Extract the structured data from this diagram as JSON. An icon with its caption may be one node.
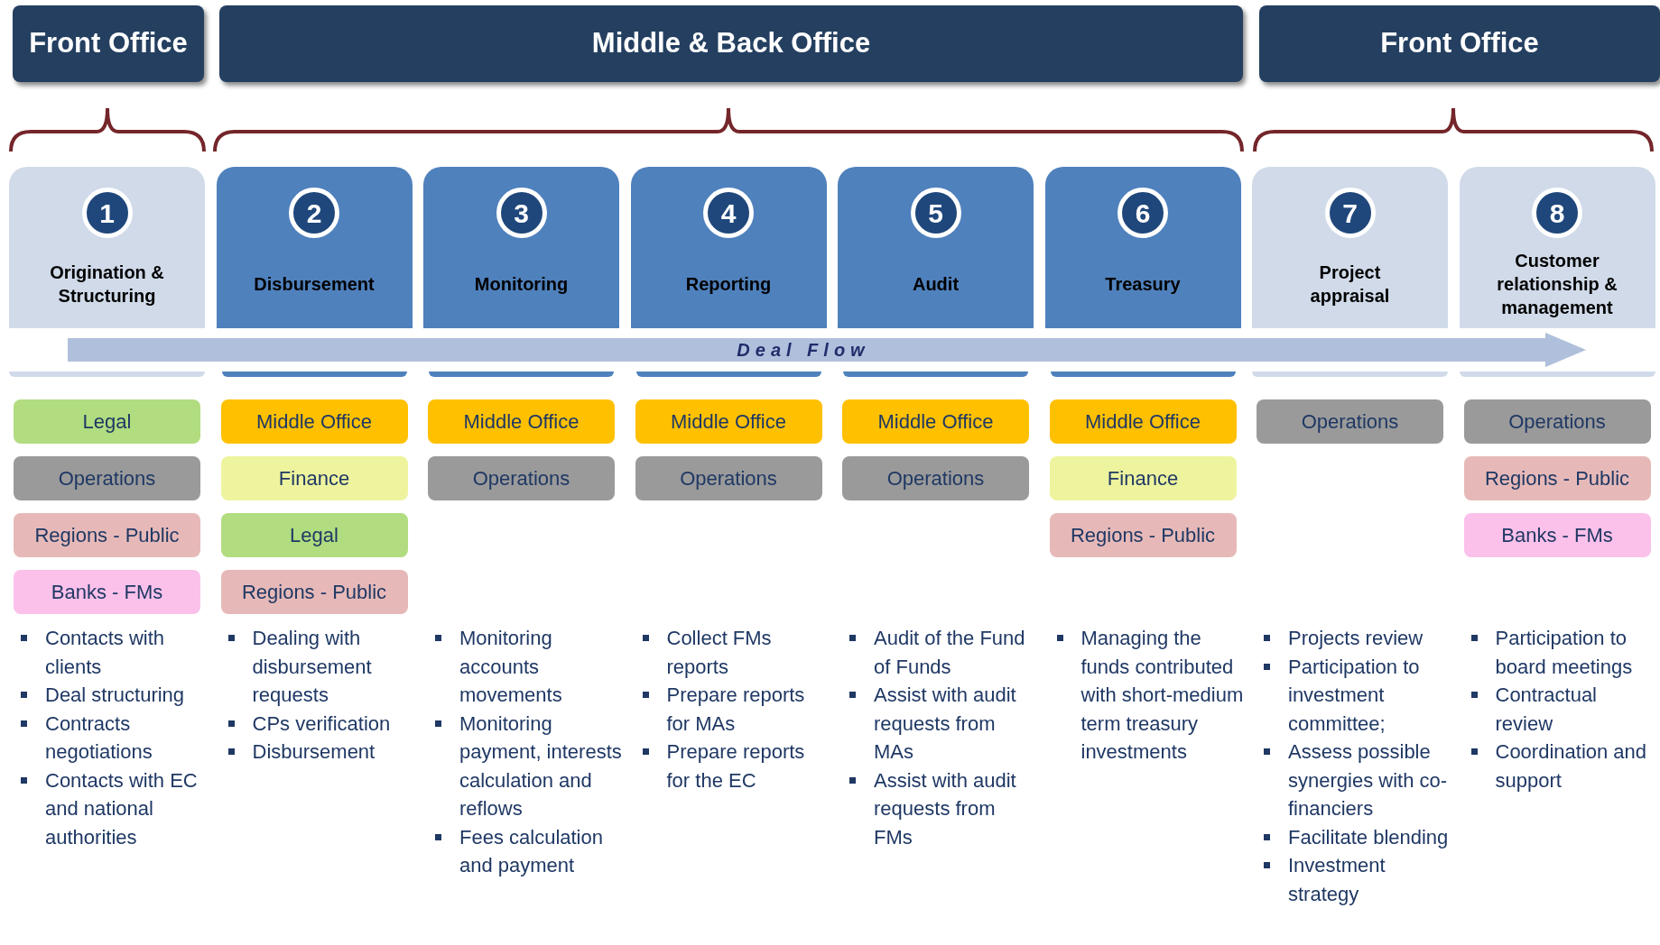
{
  "diagram": {
    "nodes": [
      {
        "text": [
          "Front Office"
        ]
      },
      {
        "text": [
          "Middle & Back Office"
        ]
      },
      {
        "text": [
          "Front Office"
        ]
      },
      {
        "text": [
          "1",
          "Origination & Structuring"
        ]
      },
      {
        "text": [
          "2",
          "Disbursement"
        ]
      },
      {
        "text": [
          "3",
          "Monitoring"
        ]
      },
      {
        "text": [
          "4",
          "Reporting"
        ]
      },
      {
        "text": [
          "5",
          "Audit"
        ]
      },
      {
        "text": [
          "6",
          "Treasury"
        ]
      },
      {
        "text": [
          "7",
          "Project appraisal"
        ]
      },
      {
        "text": [
          "8",
          "Customer relationship & management"
        ]
      },
      {
        "text": [
          "Deal Flow"
        ]
      },
      {
        "text": [
          "Legal"
        ]
      },
      {
        "text": [
          "Operations"
        ]
      },
      {
        "text": [
          "Regions - Public"
        ]
      },
      {
        "text": [
          "Banks - FMs"
        ]
      },
      {
        "text": [
          "Middle Office"
        ]
      },
      {
        "text": [
          "Finance"
        ]
      },
      {
        "text": [
          "Legal"
        ]
      },
      {
        "text": [
          "Regions - Public"
        ]
      },
      {
        "text": [
          "Middle Office"
        ]
      },
      {
        "text": [
          "Operations"
        ]
      },
      {
        "text": [
          "Middle Office"
        ]
      },
      {
        "text": [
          "Operations"
        ]
      },
      {
        "text": [
          "Middle Office"
        ]
      },
      {
        "text": [
          "Operations"
        ]
      },
      {
        "text": [
          "Middle Office"
        ]
      },
      {
        "text": [
          "Finance"
        ]
      },
      {
        "text": [
          "Regions - Public"
        ]
      },
      {
        "text": [
          "Operations"
        ]
      },
      {
        "text": [
          "Operations"
        ]
      },
      {
        "text": [
          "Regions - Public"
        ]
      },
      {
        "text": [
          "Banks - FMs"
        ]
      }
    ],
    "labels": [
      "Contacts with clients",
      "Deal structuring",
      "Contracts negotiations",
      "Contacts with EC and national authorities",
      "Dealing with disbursement requests",
      "CPs verification",
      "Disbursement",
      "Monitoring accounts movements",
      "Monitoring payment, interests calculation and reflows",
      "Fees calculation and payment",
      "Collect FMs reports",
      "Prepare reports for MAs",
      "Prepare reports for the EC",
      "Audit of the Fund of Funds",
      "Assist with audit requests from MAs",
      "Assist with audit requests from FMs",
      "Managing the funds contributed with short-medium term treasury investments",
      "Projects review",
      "Participation to investment committee;",
      "Assess possible synergies with co-financiers",
      "Facilitate blending",
      "Investment strategy",
      "Participation to board meetings",
      "Contractual review",
      "Coordination and support"
    ]
  }
}
